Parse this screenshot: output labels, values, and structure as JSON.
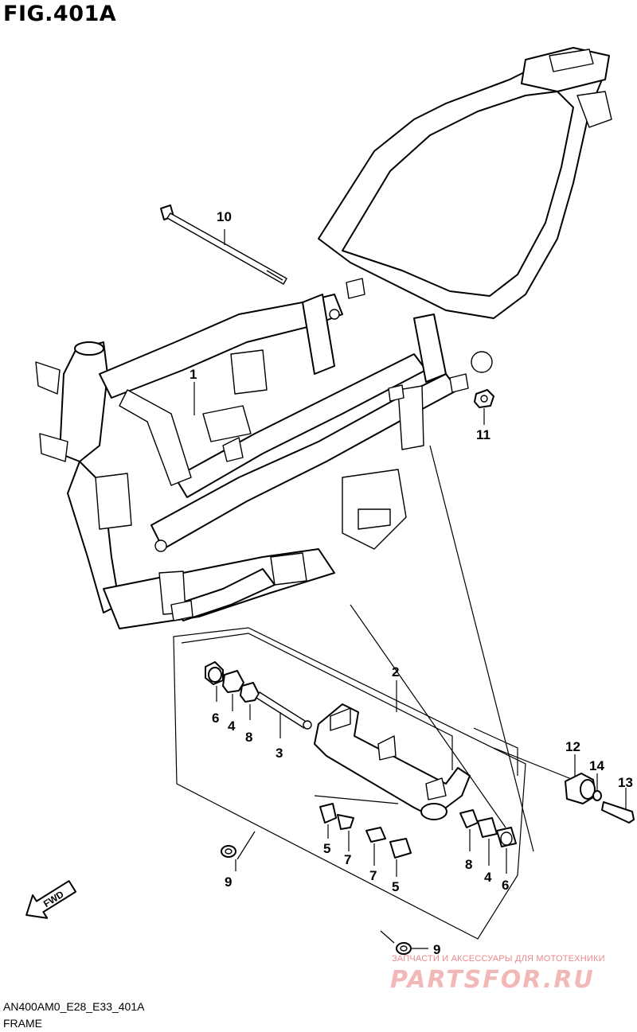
{
  "figure": {
    "title": "FIG.401A",
    "code": "AN400AM0_E28_E33_401A",
    "name": "FRAME"
  },
  "callouts": [
    {
      "id": "c1",
      "label": "1"
    },
    {
      "id": "c2",
      "label": "2"
    },
    {
      "id": "c3",
      "label": "3"
    },
    {
      "id": "c4a",
      "label": "4"
    },
    {
      "id": "c4b",
      "label": "4"
    },
    {
      "id": "c5a",
      "label": "5"
    },
    {
      "id": "c5b",
      "label": "5"
    },
    {
      "id": "c6a",
      "label": "6"
    },
    {
      "id": "c6b",
      "label": "6"
    },
    {
      "id": "c7a",
      "label": "7"
    },
    {
      "id": "c7b",
      "label": "7"
    },
    {
      "id": "c8a",
      "label": "8"
    },
    {
      "id": "c8b",
      "label": "8"
    },
    {
      "id": "c9a",
      "label": "9"
    },
    {
      "id": "c9b",
      "label": "9"
    },
    {
      "id": "c10",
      "label": "10"
    },
    {
      "id": "c11",
      "label": "11"
    },
    {
      "id": "c12",
      "label": "12"
    },
    {
      "id": "c13",
      "label": "13"
    },
    {
      "id": "c14",
      "label": "14"
    }
  ],
  "fwd_label": "FWD",
  "watermark": {
    "tagline": "ЗАПЧАСТИ И АКСЕССУАРЫ ДЛЯ МОТОТЕХНИКИ",
    "logo": "PARTSFOR.RU"
  },
  "colors": {
    "line": "#000000",
    "watermark": "#e88a8a"
  }
}
